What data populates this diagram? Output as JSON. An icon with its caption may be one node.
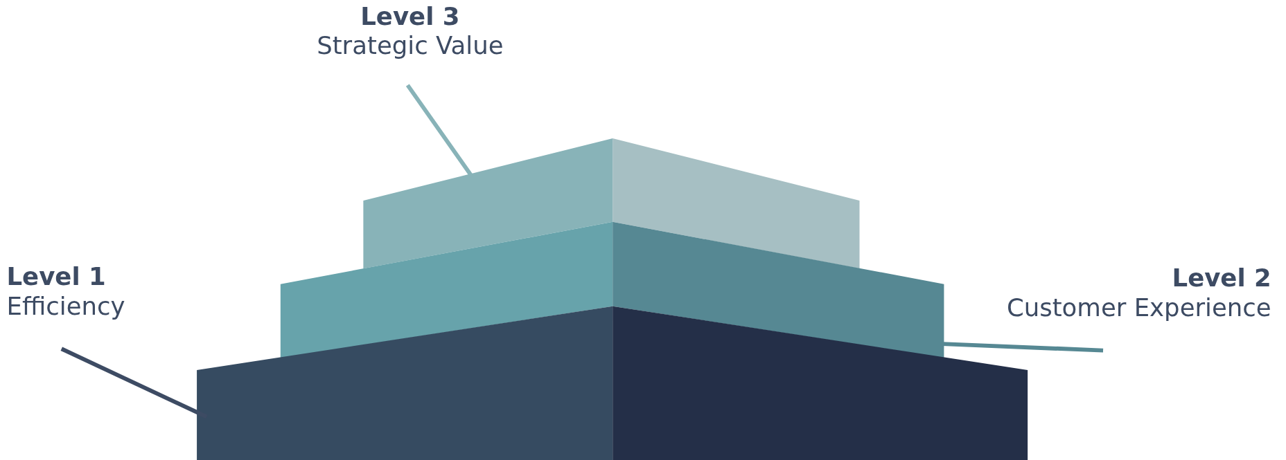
{
  "diagram": {
    "nodes": [
      {
        "text": [
          "Level 3",
          "Strategic Value"
        ]
      },
      {
        "text": [
          "Level 2",
          "Customer Experience"
        ]
      },
      {
        "text": [
          "Level 1",
          "Efficiency"
        ]
      },
      {
        "text": [],
        "shape": "box"
      },
      {
        "text": [],
        "shape": "box"
      },
      {
        "text": [],
        "shape": "box"
      }
    ],
    "edges": [
      {
        "from": 0,
        "to": 3,
        "arrow": "none",
        "color": "#88b3b8"
      },
      {
        "from": 1,
        "to": 4,
        "arrow": "none",
        "color": "#568893"
      },
      {
        "from": 2,
        "to": 5,
        "arrow": "none",
        "color": "#3d4b63"
      }
    ]
  }
}
